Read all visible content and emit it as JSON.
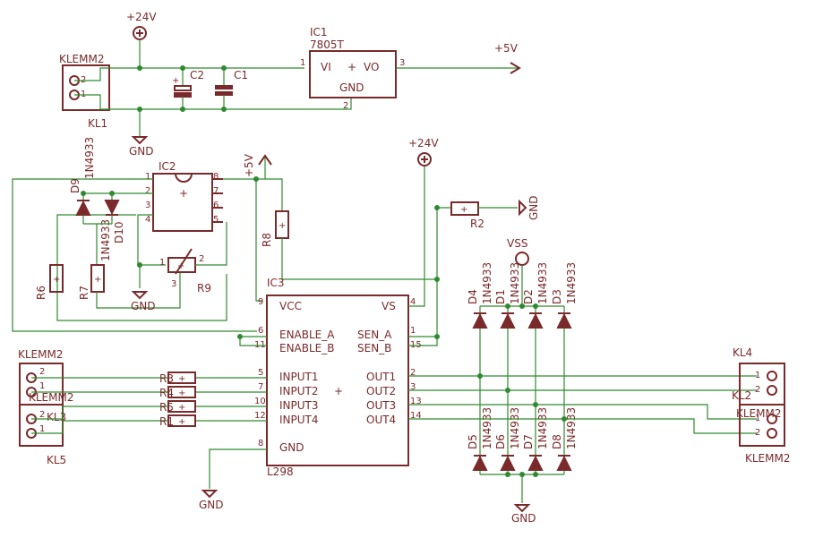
{
  "labels": {
    "v24_top": "+24V",
    "ic1_name": "IC1",
    "ic1_type": "7805T",
    "ic1_vi": "VI",
    "ic1_vo": "VO",
    "ic1_gnd": "GND",
    "ic1_p1": "1",
    "ic1_p2": "2",
    "ic1_p3": "3",
    "v5_top": "+5V",
    "klemm_top": "KLEMM2",
    "kl1": "KL1",
    "c2": "C2",
    "c1": "C1",
    "gnd_top": "GND",
    "ic2": "IC2",
    "d9": "D9",
    "d10": "D10",
    "n1n4933": "1N4933",
    "v5_mid": "+5V",
    "v24_mid": "+24V",
    "r8": "R8",
    "r6": "R6",
    "r7": "R7",
    "r9": "R9",
    "r2": "R2",
    "gnd_r2": "GND",
    "gnd_mid": "GND",
    "vss": "VSS",
    "ic3": "IC3",
    "vcc": "VCC",
    "vs": "VS",
    "en_a": "ENABLE_A",
    "en_b": "ENABLE_B",
    "sen_a": "SEN_A",
    "sen_b": "SEN_B",
    "in1": "INPUT1",
    "in2": "INPUT2",
    "in3": "INPUT3",
    "in4": "INPUT4",
    "out1": "OUT1",
    "out2": "OUT2",
    "out3": "OUT3",
    "out4": "OUT4",
    "gnd_pin": "GND",
    "l298": "L298",
    "klemm_left1": "KLEMM2",
    "klemm_left2": "KLEMM2",
    "kl3": "KL3",
    "kl5": "KL5",
    "kl4": "KL4",
    "kl2": "KL2",
    "klemm_right1": "KLEMM2",
    "klemm_right2": "KLEMM2",
    "r3": "R3",
    "r4": "R4",
    "r5": "R5",
    "r1": "R1",
    "d1": "D1",
    "d2": "D2",
    "d3": "D3",
    "d4": "D4",
    "d5": "D5",
    "d6": "D6",
    "d7": "D7",
    "d8": "D8",
    "gnd_bottom_left": "GND",
    "gnd_bottom_right": "GND"
  }
}
